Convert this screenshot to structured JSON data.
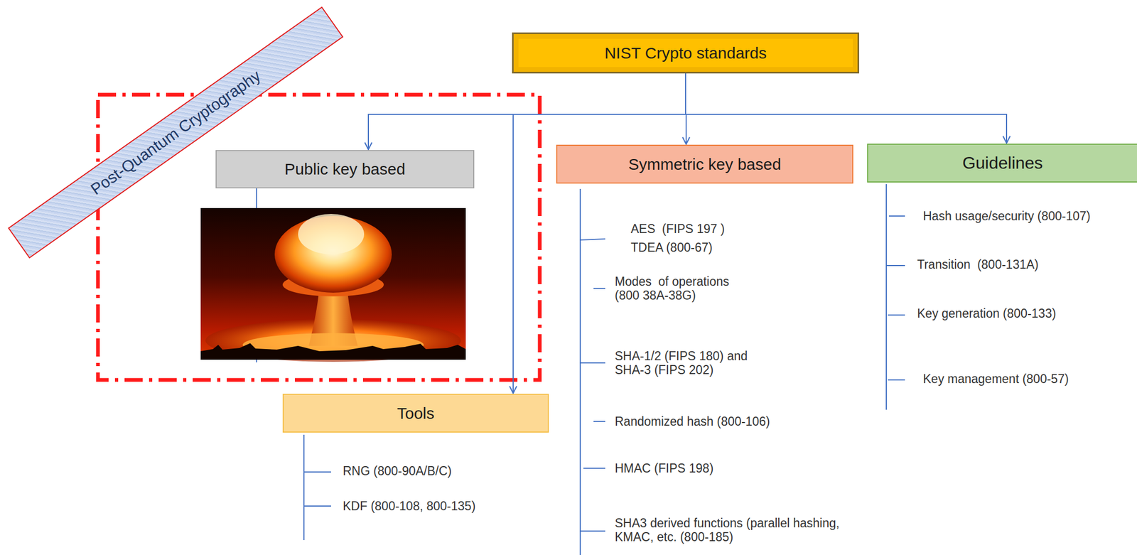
{
  "diagram": {
    "nodes": [
      {
        "text": [
          "NIST Crypto standards"
        ]
      },
      {
        "text": [
          "Post-Quantum Cryptography"
        ]
      },
      {
        "text": [
          "Public key based"
        ]
      },
      {
        "text": [
          "Symmetric key based"
        ]
      },
      {
        "text": [
          "Guidelines"
        ]
      },
      {
        "text": [
          "Tools"
        ]
      }
    ],
    "edges": [
      {
        "from": 0,
        "to": 2,
        "arrow": "to"
      },
      {
        "from": 0,
        "to": 3,
        "arrow": "to"
      },
      {
        "from": 0,
        "to": 4,
        "arrow": "to"
      },
      {
        "from": 0,
        "to": 5,
        "arrow": "to"
      }
    ],
    "labels": [
      "AES  (FIPS 197 )",
      "TDEA (800-67)",
      "Modes  of operations (800 38A-38G)",
      "SHA-1/2 (FIPS 180) and SHA-3 (FIPS 202)",
      "Randomized hash (800-106)",
      "HMAC (FIPS 198)",
      "SHA3 derived functions (parallel hashing, KMAC, etc. (800-185)",
      "Hash usage/security (800-107)",
      "Transition  (800-131A)",
      "Key generation (800-133)",
      "Key management (800-57)",
      "RNG (800-90A/B/C)",
      "KDF (800-108, 800-135)"
    ]
  }
}
